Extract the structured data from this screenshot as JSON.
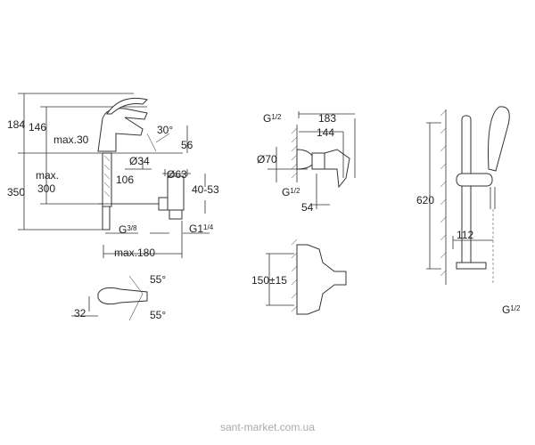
{
  "basin_mixer": {
    "labels": {
      "h184": "184",
      "h146": "146",
      "max30": "max.30",
      "angle30": "30°",
      "h56": "56",
      "d34": "Ø34",
      "h350": "350",
      "max": "max.",
      "h300": "300",
      "d63": "Ø63",
      "w106": "106",
      "r40_53": "40-53",
      "g38": "G",
      "g38_frac": "3/8",
      "g114": "G1",
      "g114_frac": "1/4",
      "max180": "max.180"
    }
  },
  "top_view": {
    "labels": {
      "angle55_top": "55°",
      "w32": "32",
      "angle55_bottom": "55°"
    }
  },
  "shower_mixer": {
    "labels": {
      "g12_top": "G",
      "g12_top_frac": "1/2",
      "w183": "183",
      "w144": "144",
      "d70": "Ø70",
      "g12_bottom": "G",
      "g12_bottom_frac": "1/2",
      "w54": "54",
      "h150": "150±15"
    }
  },
  "shower_rail": {
    "labels": {
      "h620": "620",
      "w112": "112",
      "g12": "G",
      "g12_frac": "1/2"
    }
  },
  "watermark": "sant-market.com.ua"
}
